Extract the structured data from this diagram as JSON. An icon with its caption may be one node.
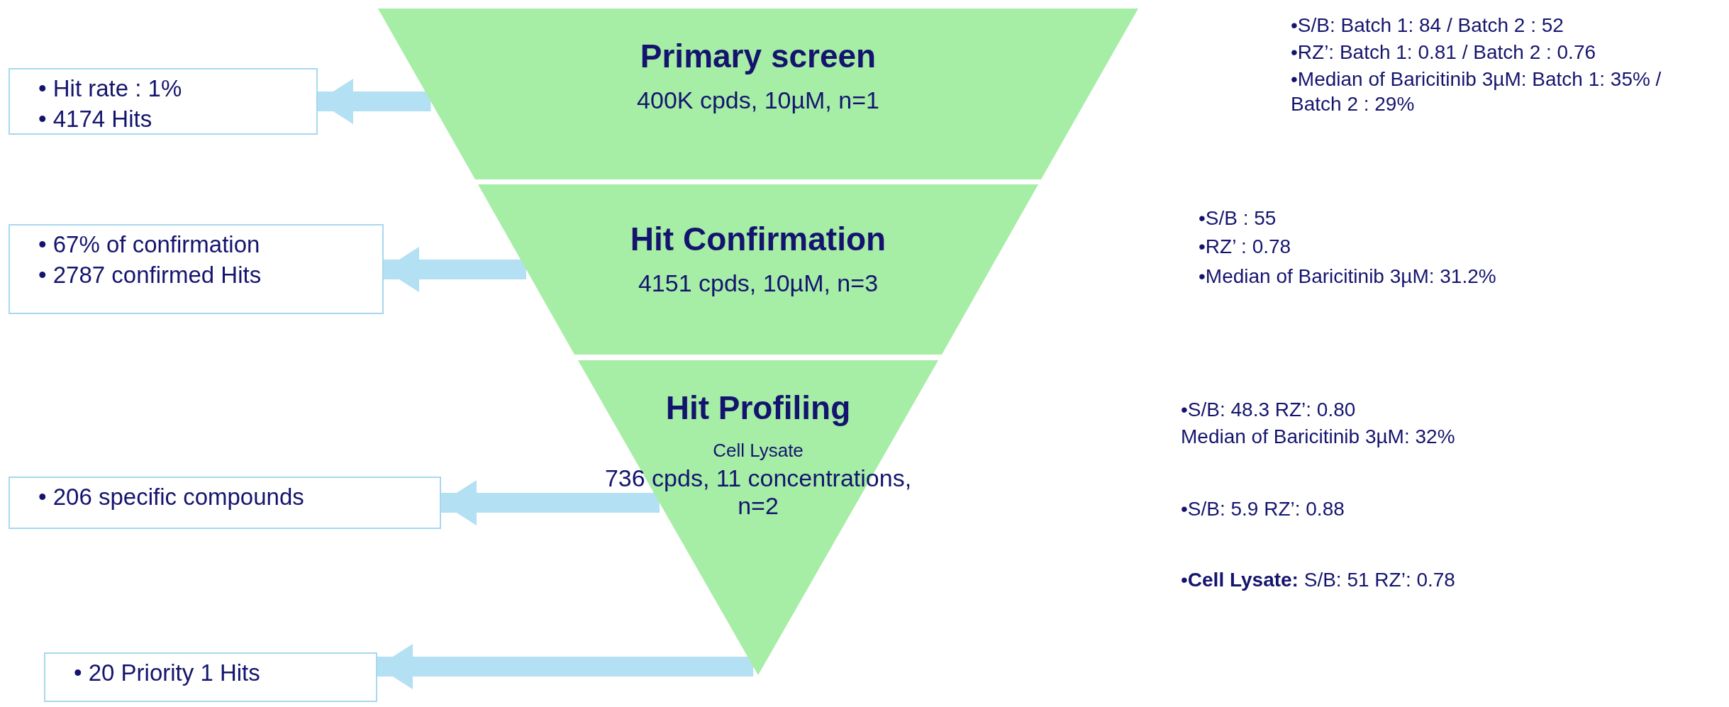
{
  "diagram": {
    "nodes": [
      {
        "text": [
          "Primary screen",
          "400K cpds, 10µM, n=1"
        ]
      },
      {
        "text": [
          "• Hit rate : 1%",
          "• 4174 Hits"
        ]
      },
      {
        "text": [
          "Hit Confirmation",
          "4151 cpds, 10µM, n=3"
        ]
      },
      {
        "text": [
          "• 67% of confirmation",
          "• 2787 confirmed Hits"
        ]
      },
      {
        "text": [
          "Hit Profiling",
          "Cell Lysate",
          "736 cpds, 11 concentrations, n=2"
        ]
      },
      {
        "text": [
          "• 206 specific compounds"
        ]
      },
      {
        "text": [
          "• 20 Priority 1 Hits"
        ]
      }
    ],
    "edges": [
      {
        "from": 0,
        "to": 1,
        "arrow": "to"
      },
      {
        "from": 2,
        "to": 3,
        "arrow": "to"
      },
      {
        "from": 4,
        "to": 5,
        "arrow": "to"
      },
      {
        "from": 4,
        "to": 6,
        "arrow": "to"
      }
    ],
    "labels": [
      "•S/B: Batch 1: 84 / Batch 2 : 52",
      "•RZ’: Batch 1: 0.81 / Batch 2 : 0.76",
      "•Median of Baricitinib 3µM: Batch 1: 35% / Batch 2 : 29%",
      "•S/B : 55",
      "•RZ’ : 0.78",
      "•Median of Baricitinib 3µM: 31.2%",
      "•S/B: 48.3 RZ’: 0.80",
      "Median of Baricitinib 3µM: 32%",
      "•S/B: 5.9 RZ’: 0.88",
      "•**Cell Lysate:** S/B: 51 RZ’: 0.78"
    ]
  }
}
